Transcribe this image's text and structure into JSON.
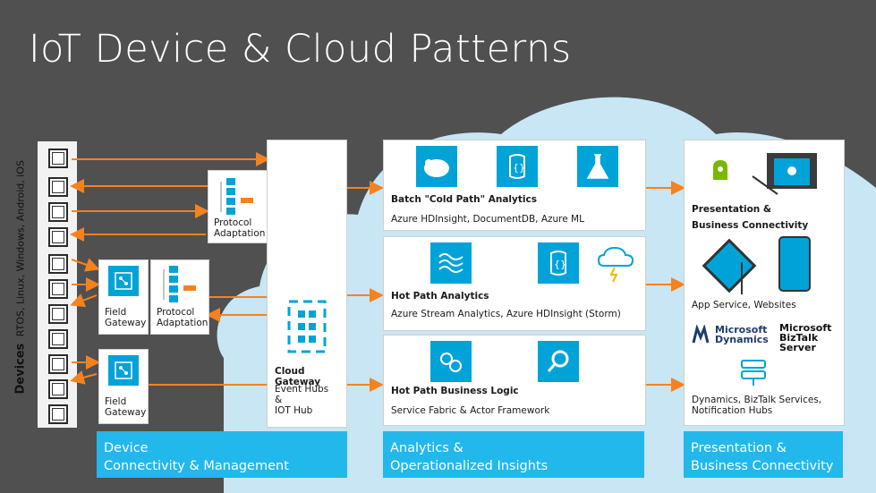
{
  "title": "IoT Device & Cloud Patterns",
  "devices": {
    "label_bold": "Devices",
    "label_rest": "RTOS, Linux, Windows, Android, iOS"
  },
  "protocol_adaptation_top": [
    "Protocol",
    "Adaptation"
  ],
  "field_gateway_1": [
    "Field",
    "Gateway"
  ],
  "protocol_adaptation_mid": [
    "Protocol",
    "Adaptation"
  ],
  "field_gateway_2": [
    "Field",
    "Gateway"
  ],
  "cloud_gateway": {
    "title": "Cloud Gateway",
    "subtitle": [
      "Event Hubs",
      "&",
      "IOT Hub"
    ]
  },
  "batch": {
    "title": "Batch \"Cold Path\" Analytics",
    "subtitle": "Azure HDInsight, DocumentDB, Azure ML"
  },
  "hot_path": {
    "title": "Hot Path Analytics",
    "subtitle": "Azure Stream Analytics, Azure HDInsight (Storm)"
  },
  "hot_business": {
    "title": "Hot Path Business Logic",
    "subtitle": "Service Fabric & Actor Framework"
  },
  "presentation": {
    "title": [
      "Presentation &",
      "Business Connectivity"
    ],
    "app_service": "App Service, Websites",
    "ms_dynamics": [
      "Microsoft",
      "Dynamics"
    ],
    "ms_biztalk": [
      "Microsoft",
      "BizTalk",
      "Server"
    ],
    "services": [
      "Dynamics, BizTalk Services,",
      "Notification Hubs"
    ]
  },
  "bottom": {
    "device": [
      "Device",
      "Connectivity & Management"
    ],
    "analytics": [
      "Analytics &",
      "Operationalized Insights"
    ],
    "presentation": [
      "Presentation &",
      "Business Connectivity"
    ]
  },
  "colors": {
    "background": "#505050",
    "cloud": "#c8e6f4",
    "accent_blue": "#00a3d8",
    "arrow_orange": "#f58220",
    "bar_blue": "#22b8ec"
  }
}
